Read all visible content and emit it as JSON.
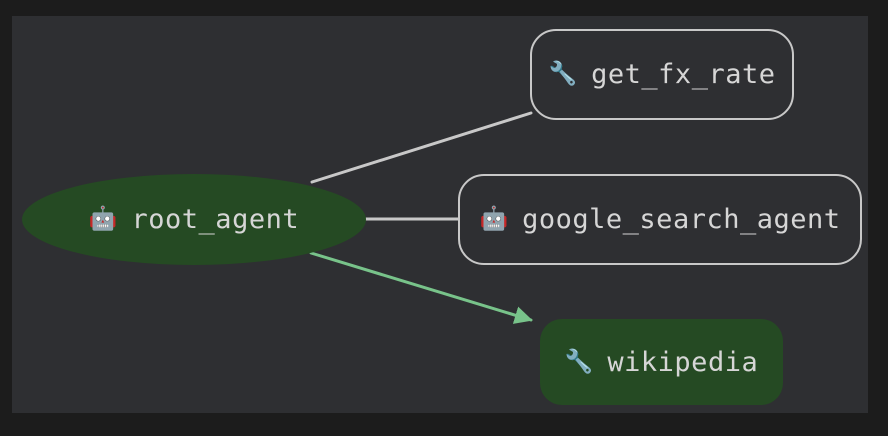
{
  "diagram": {
    "type": "agent-tool-graph",
    "theme": {
      "page_background": "#1c1c1c",
      "canvas_background": "#2e2f32",
      "node_fill_highlight": "#254a23",
      "node_border": "#c8c8c8",
      "node_text": "#d6d6d6",
      "edge_plain": "#c8c8c8",
      "edge_highlight": "#78c38a"
    },
    "nodes": [
      {
        "id": "root_agent",
        "label": "root_agent",
        "icon": "robot-icon",
        "icon_glyph": "🤖",
        "shape": "ellipse",
        "highlighted": true
      },
      {
        "id": "get_fx_rate",
        "label": "get_fx_rate",
        "icon": "wrench-icon",
        "icon_glyph": "🔧",
        "shape": "rounded-rect",
        "highlighted": false
      },
      {
        "id": "google_search_agent",
        "label": "google_search_agent",
        "icon": "robot-icon",
        "icon_glyph": "🤖",
        "shape": "rounded-rect",
        "highlighted": false
      },
      {
        "id": "wikipedia",
        "label": "wikipedia",
        "icon": "wrench-icon",
        "icon_glyph": "🔧",
        "shape": "rounded-rect",
        "highlighted": true
      }
    ],
    "edges": [
      {
        "id": "root-to-get-fx-rate",
        "from": "root_agent",
        "to": "get_fx_rate",
        "style": "plain",
        "arrow": false
      },
      {
        "id": "root-to-google-search-agent",
        "from": "root_agent",
        "to": "google_search_agent",
        "style": "plain",
        "arrow": false
      },
      {
        "id": "root-to-wikipedia",
        "from": "root_agent",
        "to": "wikipedia",
        "style": "highlight",
        "arrow": true
      }
    ]
  }
}
